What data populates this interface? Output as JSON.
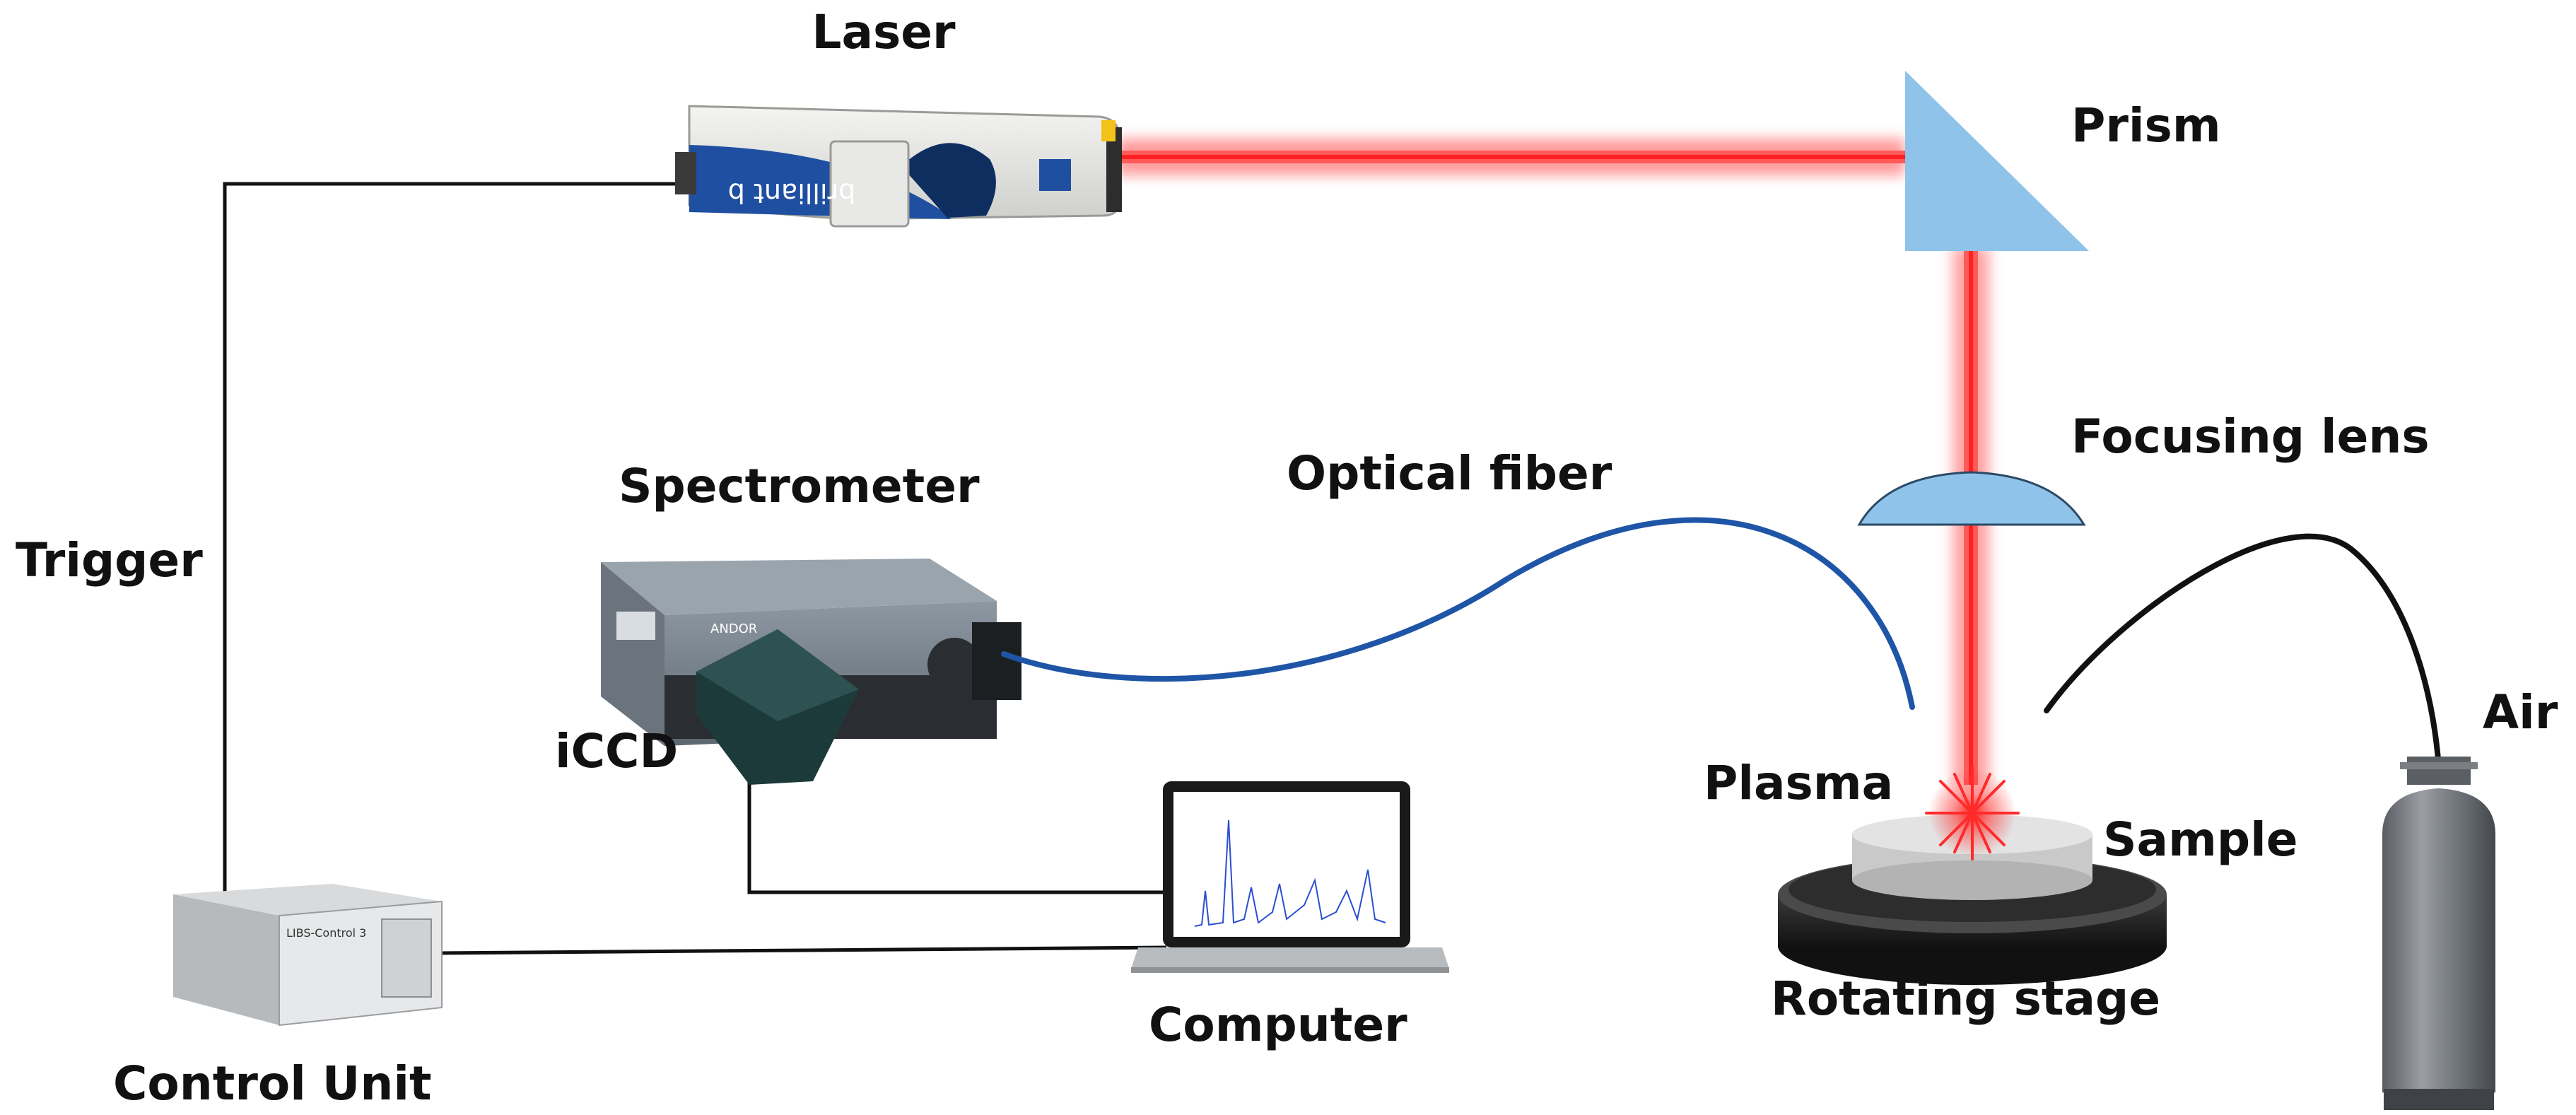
{
  "labels": {
    "laser": "Laser",
    "prism": "Prism",
    "focusing_lens": "Focusing lens",
    "optical_fiber": "Optical fiber",
    "spectrometer": "Spectrometer",
    "iccd": "iCCD",
    "trigger": "Trigger",
    "control_unit": "Control Unit",
    "computer": "Computer",
    "plasma": "Plasma",
    "sample": "Sample",
    "rotating_stage": "Rotating stage",
    "air": "Air"
  },
  "device_text": {
    "laser_brand": "brilliant b",
    "control_unit_brand": "LIBS-Control 3",
    "spectrometer_brand": "ANDOR"
  },
  "colors": {
    "laser_beam": "#ff4a4a",
    "optics": "#8fc3ea",
    "fiber": "#1f55a6",
    "gas_line": "#111111",
    "cable": "#111111"
  }
}
